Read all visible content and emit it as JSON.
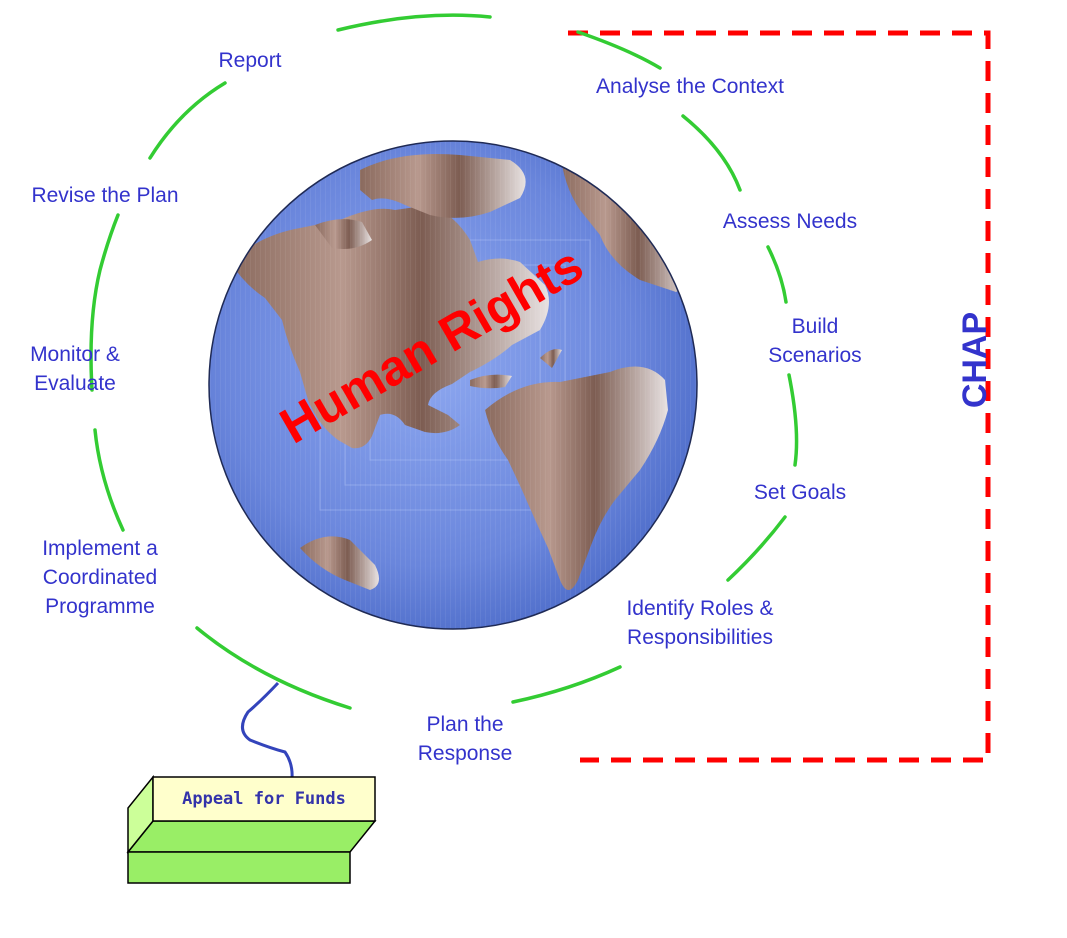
{
  "diagram": {
    "center_label": "Human Rights",
    "bracket_label": "CHAP",
    "output_box_label": "Appeal for Funds",
    "cycle_steps": [
      {
        "line1": "Report",
        "line2": ""
      },
      {
        "line1": "Analyse the Context",
        "line2": ""
      },
      {
        "line1": "Assess Needs",
        "line2": ""
      },
      {
        "line1": "Build",
        "line2": "Scenarios"
      },
      {
        "line1": "Set Goals",
        "line2": ""
      },
      {
        "line1": "Identify Roles &",
        "line2": "Responsibilities"
      },
      {
        "line1": "Plan the",
        "line2": "Response"
      },
      {
        "line1": "Implement a",
        "line2": "Coordinated"
      },
      {
        "line1": "Monitor &",
        "line2": "Evaluate"
      },
      {
        "line1": "Revise the Plan",
        "line2": ""
      }
    ],
    "implement_line3": "Programme",
    "colors": {
      "cycle_ring": "#33cc33",
      "step_text": "#3333cc",
      "center_text": "#ff0000",
      "bracket": "#ff0000",
      "arrow": "#3344bb",
      "box_fill": "#ffffcc",
      "box_edge": "#66cc33"
    }
  }
}
